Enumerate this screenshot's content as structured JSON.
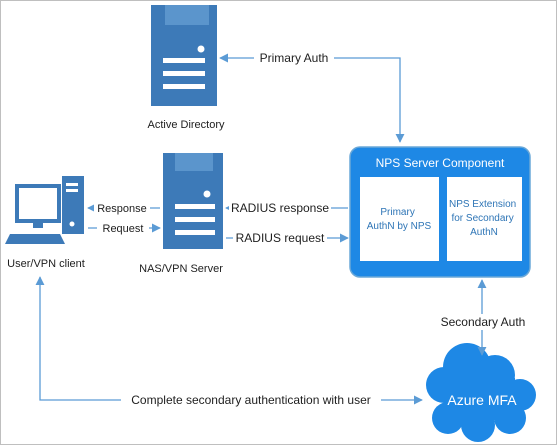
{
  "nodes": {
    "active_directory": "Active Directory",
    "nas_vpn_server": "NAS/VPN Server",
    "user_vpn_client": "User/VPN client",
    "nps_server_component": "NPS Server Component",
    "primary_authn": [
      "Primary",
      "AuthN by NPS"
    ],
    "nps_extension": [
      "NPS Extension",
      "for Secondary",
      "AuthN"
    ],
    "azure_mfa": "Azure MFA"
  },
  "edges": {
    "primary_auth": "Primary Auth",
    "response": "Response",
    "request": "Request",
    "radius_response": "RADIUS response",
    "radius_request": "RADIUS request",
    "secondary_auth": "Secondary Auth",
    "complete_secondary": "Complete secondary authentication with user"
  },
  "colors": {
    "arrow": "#5b9bd5",
    "nps_fill": "#1e88e5",
    "azure_fill": "#1e88e5",
    "server_fill": "#3d7ab8",
    "label_blue": "#2e75b6"
  }
}
